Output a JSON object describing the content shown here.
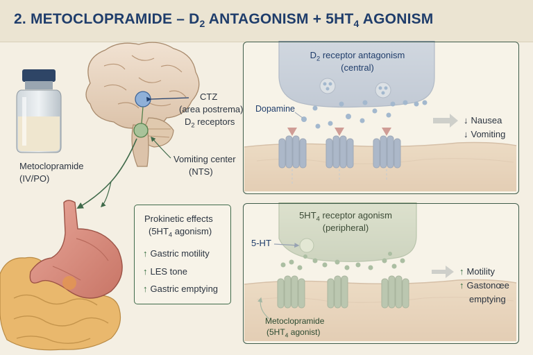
{
  "title": {
    "main": "2. METOCLOPRAMIDE – D",
    "sub": "2",
    "rest": " ANTAGONISM + 5HT",
    "sub2": "4",
    "tail": " AGONISM"
  },
  "vial": {
    "label_line1": "Metoclopramide",
    "label_line2": "(IV/PO)"
  },
  "brain": {
    "ctz_line1": "CTZ",
    "ctz_line2": "(area postrema)",
    "ctz_line3_pre": "D",
    "ctz_line3_sub": "2",
    "ctz_line3_post": " receptors",
    "vomit_line1": "Vomiting center",
    "vomit_line2": "(NTS)"
  },
  "prokinetic": {
    "title_line1": "Prokinetic effects",
    "title_line2_pre": "(5HT",
    "title_line2_sub": "4",
    "title_line2_post": " agonism)",
    "items": [
      {
        "arrow": "↑",
        "text": "Gastric motility"
      },
      {
        "arrow": "↑",
        "text": "LES tone"
      },
      {
        "arrow": "↑",
        "text": "Gastric emptying"
      }
    ]
  },
  "d2_panel": {
    "title_pre": "D",
    "title_sub": "2",
    "title_post": " receptor antagonism",
    "subtitle": "(central)",
    "ligand_label": "Dopamine",
    "effects": [
      {
        "arrow": "↓",
        "text": "Nausea"
      },
      {
        "arrow": "↓",
        "text": "Vomiting"
      }
    ]
  },
  "ht4_panel": {
    "title_pre": "5HT",
    "title_sub": "4",
    "title_post": " receptor agonism",
    "subtitle": "(peripheral)",
    "ligand_label": "5-HT",
    "drug_line1": "Metoclopramide",
    "drug_line2_pre": "(5HT",
    "drug_line2_sub": "4",
    "drug_line2_post": " agonist)",
    "effects": [
      {
        "arrow": "↑",
        "text": "Motility"
      },
      {
        "arrow": "↑",
        "text": "Gastonœe"
      },
      {
        "arrow": "",
        "text": "emptying"
      }
    ]
  },
  "colors": {
    "title": "#1f3d6b",
    "panel_border": "#3f5c4a",
    "receptor_blue": "#4f6d9e",
    "receptor_green": "#6f8f66",
    "dopamine": "#3b6ea8",
    "serotonin": "#4c7a48",
    "drug_red": "#9c2f2a",
    "membrane": "#c9a37a"
  }
}
